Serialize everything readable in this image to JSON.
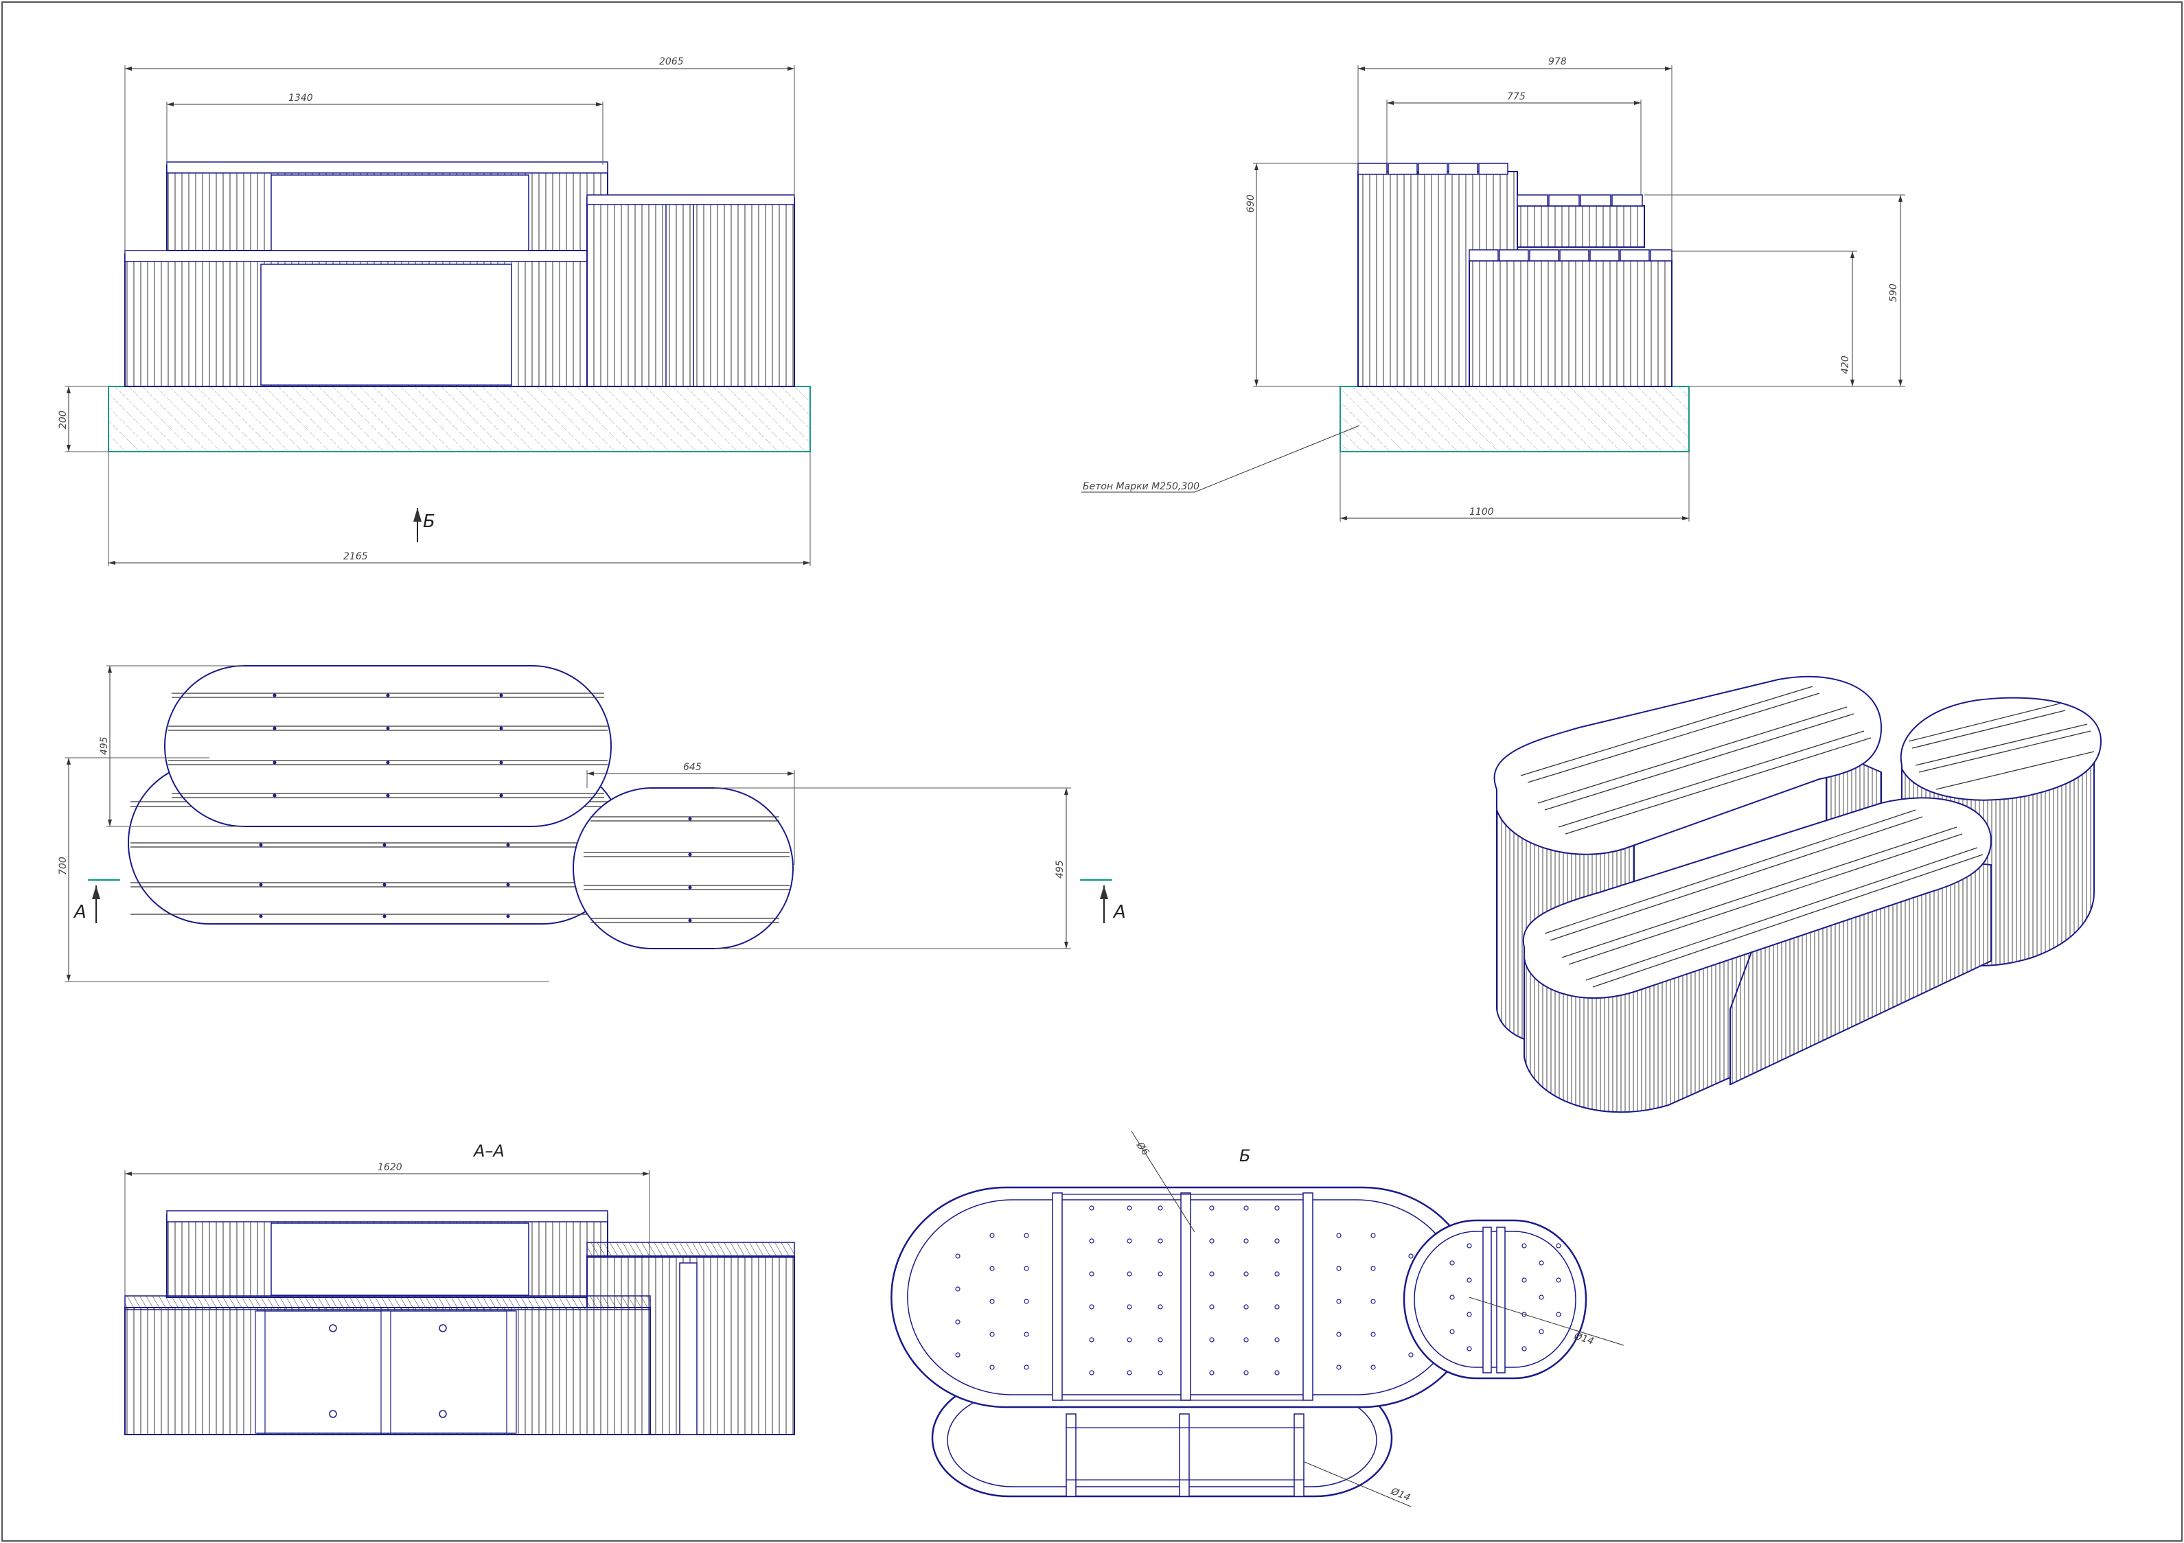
{
  "views": {
    "front": {
      "dimensions": {
        "overall_top": "2065",
        "upper_top": "1340",
        "height_left": "200",
        "base_width": "2165"
      },
      "view_marker": "Б"
    },
    "side": {
      "dimensions": {
        "top_width": "978",
        "mid_width": "775",
        "height_upper": "690",
        "height_mid": "590",
        "height_low": "420",
        "base_width": "1100"
      },
      "note": "Бетон Марки М250,300"
    },
    "plan": {
      "dimensions": {
        "small_depth": "495",
        "right_width": "645",
        "total_depth": "700",
        "right_depth": "495"
      },
      "section_left": "А",
      "section_right": "А"
    },
    "section": {
      "title": "А–А",
      "dimensions": {
        "width": "1620"
      }
    },
    "bottom": {
      "title": "Б",
      "callouts": {
        "left_top": "Ø6",
        "right": "Ø14",
        "bottom": "Ø14"
      }
    }
  },
  "colors": {
    "line": "#1a1a8c",
    "thin": "#555555",
    "hatch": "#8a8a8a",
    "base_edge": "#1a9a8c"
  }
}
